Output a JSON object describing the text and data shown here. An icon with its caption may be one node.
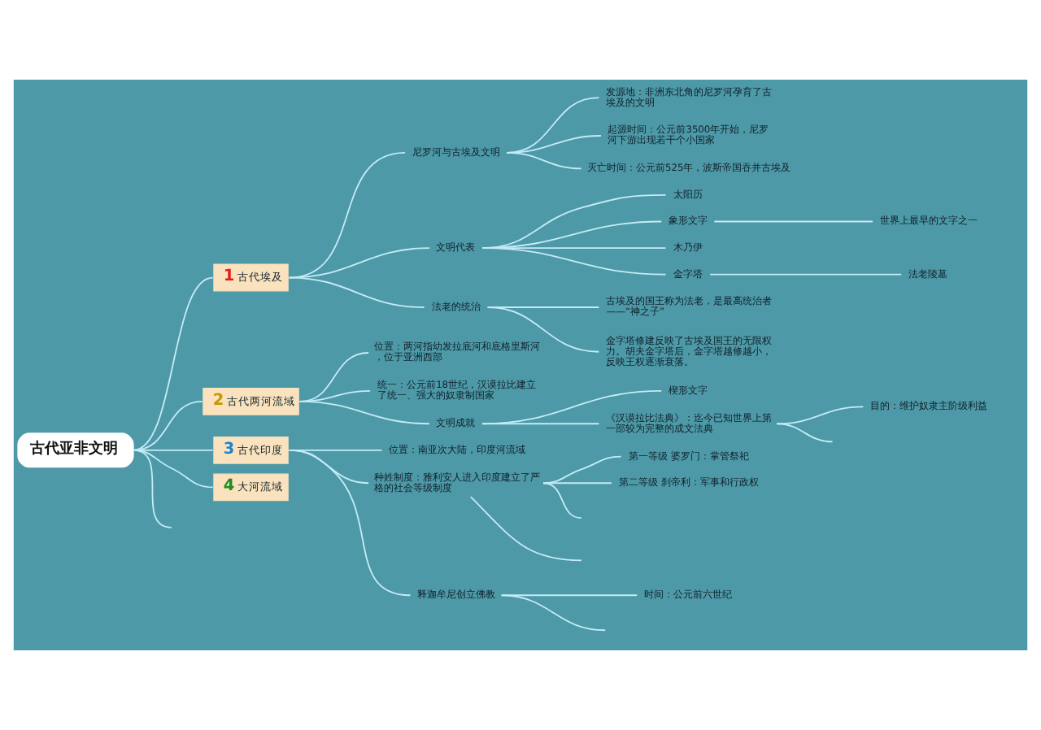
{
  "diagram": {
    "nodes": [
      {
        "text": [
          "古代亚非文明"
        ]
      },
      {
        "text": [
          "1",
          "古代埃及"
        ]
      },
      {
        "text": [
          "尼罗河与古埃及文明"
        ]
      },
      {
        "text": [
          "发源地：非洲东北角的尼罗河孕育了古埃及的文明"
        ]
      },
      {
        "text": [
          "起源时间：公元前3500年开始，尼罗河下游出现若干个小国家"
        ]
      },
      {
        "text": [
          "灭亡时间：公元前525年，波斯帝国吞并古埃及"
        ]
      },
      {
        "text": [
          "文明代表"
        ]
      },
      {
        "text": [
          "太阳历"
        ]
      },
      {
        "text": [
          "象形文字"
        ]
      },
      {
        "text": [
          "世界上最早的文字之一"
        ]
      },
      {
        "text": [
          "木乃伊"
        ]
      },
      {
        "text": [
          "金字塔"
        ]
      },
      {
        "text": [
          "法老陵墓"
        ]
      },
      {
        "text": [
          "法老的统治"
        ]
      },
      {
        "text": [
          "古埃及的国王称为法老，是最高统治者——“神之子”"
        ]
      },
      {
        "text": [
          "金字塔修建反映了古埃及国王的无限权力。胡夫金字塔后，金字塔越修越小，反映王权逐渐衰落。"
        ]
      },
      {
        "text": [
          "2",
          "古代两河流域"
        ]
      },
      {
        "text": [
          "位置：两河指幼发拉底河和底格里斯河，位于亚洲西部"
        ]
      },
      {
        "text": [
          "统一：公元前18世纪，汉谟拉比建立了统一、强大的奴隶制国家"
        ]
      },
      {
        "text": [
          "文明成就"
        ]
      },
      {
        "text": [
          "楔形文字"
        ]
      },
      {
        "text": [
          "《汉谟拉比法典》：迄今已知世界上第一部较为完整的成文法典"
        ]
      },
      {
        "text": [
          "目的：维护奴隶主阶级利益"
        ]
      },
      {
        "text": [
          "3",
          "古代印度"
        ]
      },
      {
        "text": [
          "位置：南亚次大陆，印度河流域"
        ]
      },
      {
        "text": [
          "种姓制度：雅利安人进入印度建立了严格的社会等级制度"
        ]
      },
      {
        "text": [
          "第一等级 婆罗门：掌管祭祀"
        ]
      },
      {
        "text": [
          "第二等级 刹帝利：军事和行政权"
        ]
      },
      {
        "text": [
          "释迦牟尼创立佛教"
        ]
      },
      {
        "text": [
          "时间：公元前六世纪"
        ]
      },
      {
        "text": [
          "4",
          "大河流域"
        ]
      }
    ],
    "edges": [
      {
        "from": 0,
        "to": 1,
        "arrow": "none"
      },
      {
        "from": 1,
        "to": 2,
        "arrow": "none"
      },
      {
        "from": 2,
        "to": 3,
        "arrow": "none"
      },
      {
        "from": 2,
        "to": 4,
        "arrow": "none"
      },
      {
        "from": 2,
        "to": 5,
        "arrow": "none"
      },
      {
        "from": 1,
        "to": 6,
        "arrow": "none"
      },
      {
        "from": 6,
        "to": 7,
        "arrow": "none"
      },
      {
        "from": 6,
        "to": 8,
        "arrow": "none"
      },
      {
        "from": 8,
        "to": 9,
        "arrow": "none"
      },
      {
        "from": 6,
        "to": 10,
        "arrow": "none"
      },
      {
        "from": 6,
        "to": 11,
        "arrow": "none"
      },
      {
        "from": 11,
        "to": 12,
        "arrow": "none"
      },
      {
        "from": 1,
        "to": 13,
        "arrow": "none"
      },
      {
        "from": 13,
        "to": 14,
        "arrow": "none"
      },
      {
        "from": 13,
        "to": 15,
        "arrow": "none"
      },
      {
        "from": 0,
        "to": 16,
        "arrow": "none"
      },
      {
        "from": 16,
        "to": 17,
        "arrow": "none"
      },
      {
        "from": 16,
        "to": 18,
        "arrow": "none"
      },
      {
        "from": 16,
        "to": 19,
        "arrow": "none"
      },
      {
        "from": 19,
        "to": 20,
        "arrow": "none"
      },
      {
        "from": 19,
        "to": 21,
        "arrow": "none"
      },
      {
        "from": 21,
        "to": 22,
        "arrow": "none"
      },
      {
        "from": 21,
        "to": null,
        "arrow": "none"
      },
      {
        "from": 0,
        "to": 23,
        "arrow": "none"
      },
      {
        "from": 23,
        "to": 24,
        "arrow": "none"
      },
      {
        "from": 23,
        "to": 25,
        "arrow": "none"
      },
      {
        "from": 25,
        "to": 26,
        "arrow": "none"
      },
      {
        "from": 25,
        "to": 27,
        "arrow": "none"
      },
      {
        "from": 25,
        "to": null,
        "arrow": "none"
      },
      {
        "from": 25,
        "to": null,
        "arrow": "none"
      },
      {
        "from": 23,
        "to": 28,
        "arrow": "none"
      },
      {
        "from": 28,
        "to": 29,
        "arrow": "none"
      },
      {
        "from": 28,
        "to": null,
        "arrow": "none"
      },
      {
        "from": 0,
        "to": 30,
        "arrow": "none"
      },
      {
        "from": 0,
        "to": null,
        "arrow": "none"
      }
    ]
  }
}
